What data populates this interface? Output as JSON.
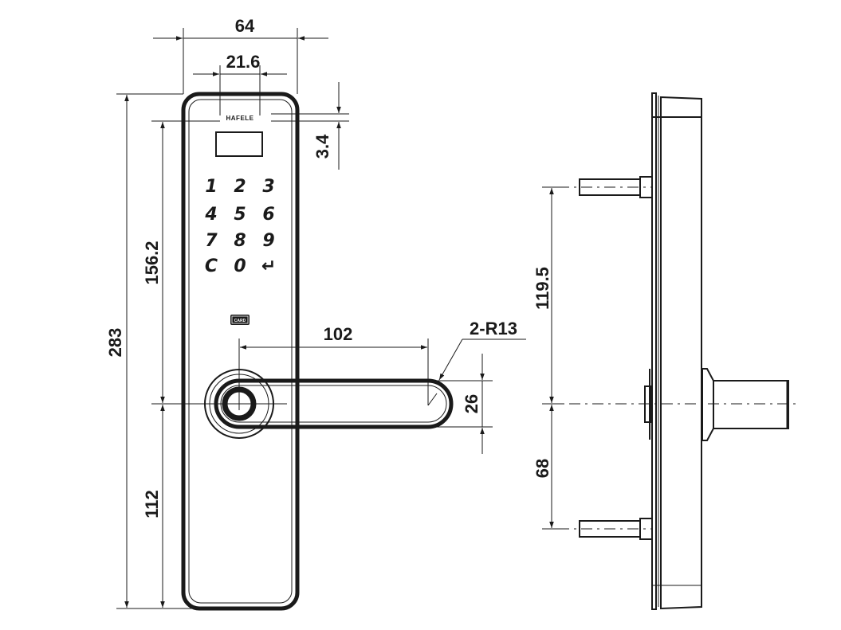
{
  "drawing": {
    "brand_label": "HAFELE",
    "card_label": "CARD",
    "keypad": {
      "keys": [
        "1",
        "2",
        "3",
        "4",
        "5",
        "6",
        "7",
        "8",
        "9",
        "C",
        "0",
        "↵"
      ]
    }
  },
  "dimensions": {
    "overall_width": "64",
    "sensor_width": "21.6",
    "brand_offset": "3.4",
    "overall_height": "283",
    "upper_height": "156.2",
    "lower_height": "112",
    "handle_length": "102",
    "handle_radius": "2-R13",
    "handle_height": "26",
    "upper_screw_spacing": "119.5",
    "lower_screw_spacing": "68"
  },
  "colors": {
    "line": "#1a1a1a",
    "background": "#ffffff"
  }
}
